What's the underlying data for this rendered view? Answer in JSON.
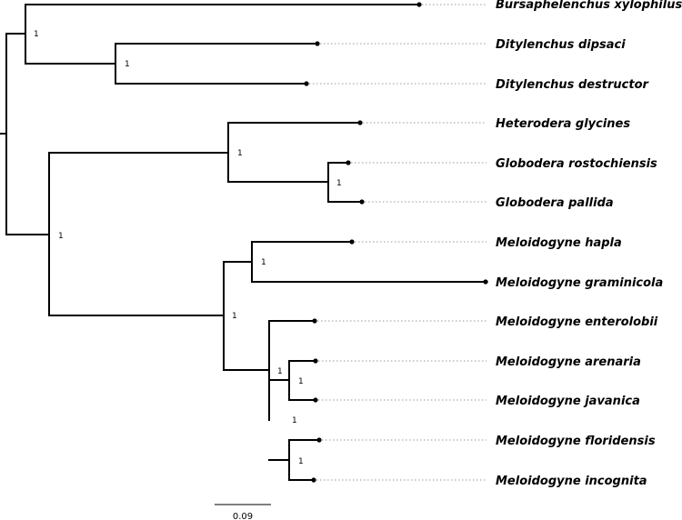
{
  "tree": {
    "support": "1",
    "tips": [
      "Bursaphelenchus xylophilus",
      "Ditylenchus dipsaci",
      "Ditylenchus destructor",
      "Heterodera glycines",
      "Globodera rostochiensis",
      "Globodera pallida",
      "Meloidogyne hapla",
      "Meloidogyne graminicola",
      "Meloidogyne enterolobii",
      "Meloidogyne arenaria",
      "Meloidogyne javanica",
      "Meloidogyne floridensis",
      "Meloidogyne incognita"
    ],
    "scale_bar": {
      "label": "0.09",
      "value": 0.09
    }
  }
}
